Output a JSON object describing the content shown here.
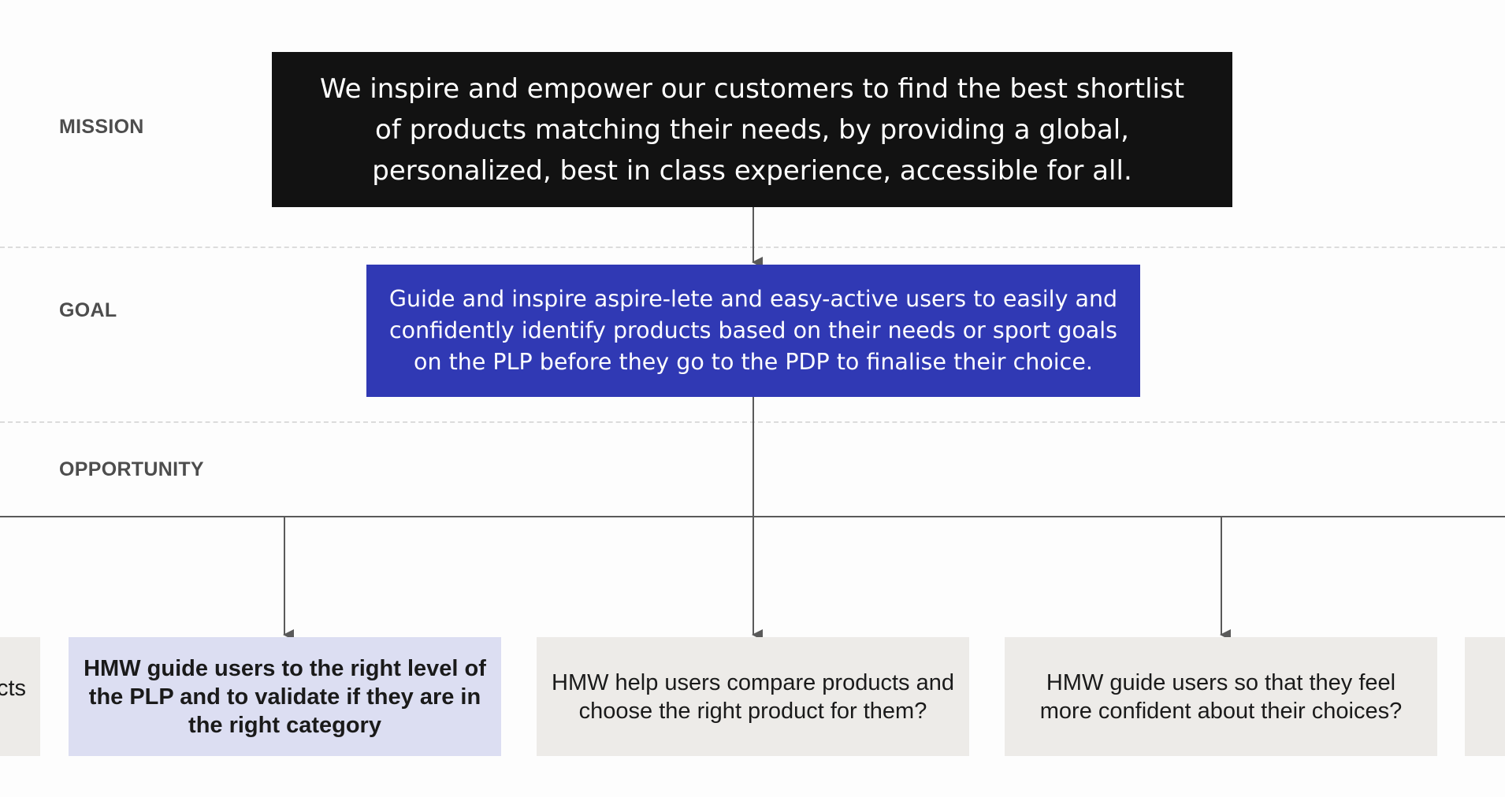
{
  "rows": {
    "mission": "MISSION",
    "goal": "GOAL",
    "opportunity": "OPPORTUNITY"
  },
  "mission_text": "We inspire and empower our customers to find the best shortlist of products matching their needs, by providing a global, personalized, best in class experience, accessible for all.",
  "goal_text": "Guide and inspire aspire-lete and easy-active users to easily and confidently identify products based on their needs or sport goals on the PLP before they go to the PDP to finalise their choice.",
  "opportunities": [
    {
      "text": "cts",
      "partial": true
    },
    {
      "text": "HMW guide users to the right level of the PLP and to validate if they are in the right category",
      "highlighted": true
    },
    {
      "text": "HMW help users compare products and choose the right product for them?"
    },
    {
      "text": "HMW guide users so that they feel more confident about their choices?"
    },
    {
      "text": "",
      "partial": true
    }
  ],
  "colors": {
    "mission_bg": "#121212",
    "goal_bg": "#3039b4",
    "opportunity_bg": "#edebe8",
    "opportunity_highlight_bg": "#dcdef2",
    "connector": "#5a5a5a"
  }
}
